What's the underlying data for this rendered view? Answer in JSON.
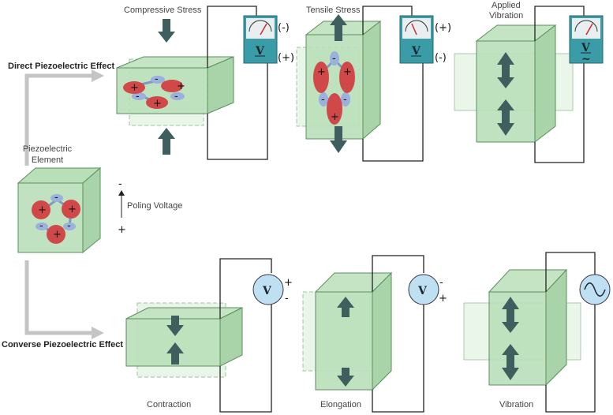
{
  "labels": {
    "compressive": "Compressive Stress",
    "tensile": "Tensile Stress",
    "applied_vibration_1": "Applied",
    "applied_vibration_2": "Vibration",
    "direct": "Direct Piezoelectric Effect",
    "converse": "Converse Piezoelectric Effect",
    "element_1": "Piezoelectric",
    "element_2": "Element",
    "poling": "Poling Voltage",
    "contraction": "Contraction",
    "elongation": "Elongation",
    "vibration": "Vibration"
  },
  "signs": {
    "plus": "+",
    "minus": "-",
    "paren_plus": "(+)",
    "paren_minus": "(-)",
    "v": "V",
    "v_tilde": "~"
  },
  "colors": {
    "cube_fill": "#b9dfb9",
    "cube_stroke": "#5b8f5b",
    "arrow": "#3f5f5f",
    "meter_body": "#3a9ca6",
    "meter_face": "#e9eef0",
    "pos_charge": "#d04848",
    "neg_charge": "#8fa6d6",
    "gray_arrow": "#bdbdbd"
  }
}
